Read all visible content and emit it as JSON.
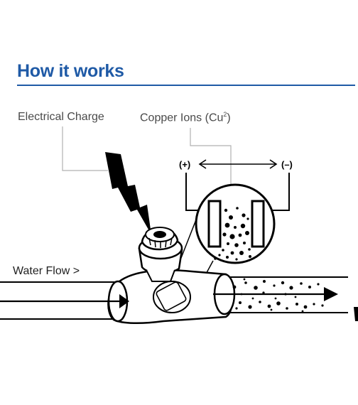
{
  "title": "How it works",
  "labels": {
    "electrical_charge": "Electrical Charge",
    "copper_ions": "Copper Ions (Cu",
    "copper_ions_sup": "2",
    "copper_ions_close": ")",
    "water_flow": "Water Flow >",
    "positive": "(+)",
    "negative": "(–)"
  },
  "colors": {
    "title": "#1f5aa6",
    "rule": "#1f5aa6",
    "leader_line": "#b0b0b0",
    "ink": "#000000"
  }
}
